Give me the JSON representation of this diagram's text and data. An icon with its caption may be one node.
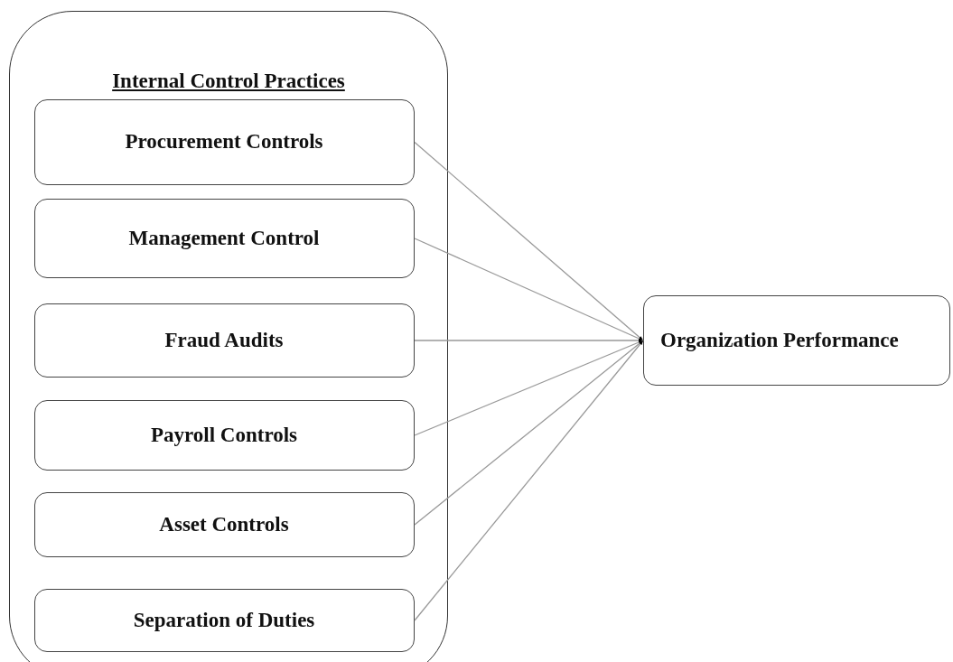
{
  "diagram": {
    "nodes": [
      {
        "text": [
          "Internal Control Practices"
        ]
      },
      {
        "text": [
          "Procurement Controls"
        ],
        "in": 0
      },
      {
        "text": [
          "Management Control"
        ],
        "in": 0
      },
      {
        "text": [
          "Fraud Audits"
        ],
        "in": 0
      },
      {
        "text": [
          "Payroll Controls"
        ],
        "in": 0
      },
      {
        "text": [
          "Asset Controls"
        ],
        "in": 0
      },
      {
        "text": [
          "Separation of Duties"
        ],
        "in": 0
      },
      {
        "text": [
          "Organization Performance"
        ]
      }
    ],
    "edges": [
      {
        "from": 1,
        "to": 7,
        "arrow": "to"
      },
      {
        "from": 2,
        "to": 7,
        "arrow": "to"
      },
      {
        "from": 3,
        "to": 7,
        "arrow": "to"
      },
      {
        "from": 4,
        "to": 7,
        "arrow": "to"
      },
      {
        "from": 5,
        "to": 7,
        "arrow": "to"
      },
      {
        "from": 6,
        "to": 7,
        "arrow": "to"
      }
    ]
  }
}
